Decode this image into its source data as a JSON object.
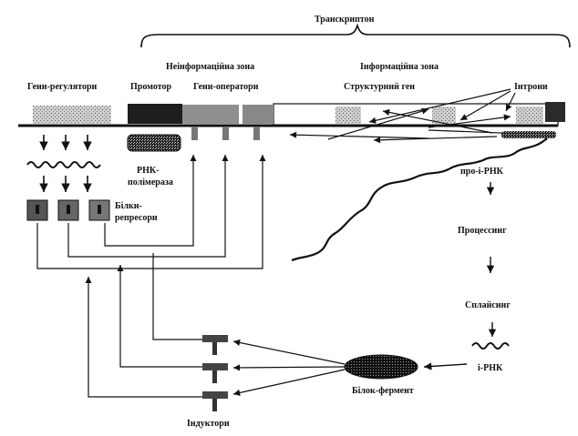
{
  "labels": {
    "transcripton": "Транскриптон",
    "noninfo_zone": "Неінформаційна зона",
    "info_zone": "Інформаційна зона",
    "regulator_genes": "Гени-регулятори",
    "promoter": "Промотор",
    "operator_genes": "Гени-оператори",
    "structural_gene": "Структурний ген",
    "introns": "Інтрони",
    "rna_polymerase_1": "РНК-",
    "rna_polymerase_2": "полімераза",
    "repressor_proteins_1": "Білки-",
    "repressor_proteins_2": "репресори",
    "pro_mrna": "про-і-РНК",
    "processing": "Процессинг",
    "splicing": "Сплайсинг",
    "mrna": "і-РНК",
    "enzyme_protein": "Білок-фермент",
    "inducers": "Індуктори"
  },
  "colors": {
    "line": "#111111",
    "promoter": "#1e1e1e",
    "operator": "#8a8a8a",
    "segment_gray": "#9a9a9a",
    "segment_light": "#b8b8b8",
    "intron_dark": "#2a2a2a"
  }
}
